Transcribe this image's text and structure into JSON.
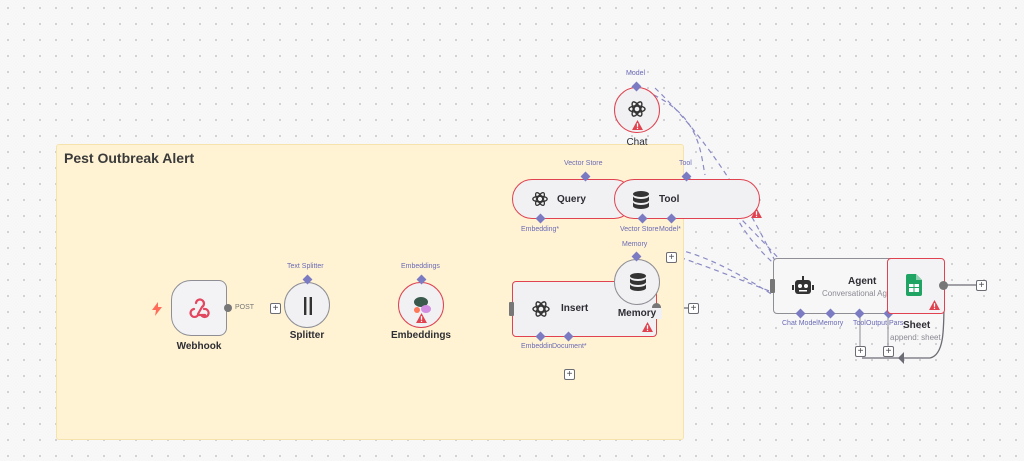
{
  "sticky": {
    "title": "Pest Outbreak Alert"
  },
  "nodes": {
    "chat": {
      "label": "Chat",
      "port_top": "Model"
    },
    "webhook": {
      "label": "Webhook",
      "port_out": "POST"
    },
    "splitter": {
      "label": "Splitter",
      "port_top": "Text Splitter"
    },
    "embeddings": {
      "label": "Embeddings",
      "port_top": "Embeddings"
    },
    "query": {
      "label": "Query",
      "port_top": "Vector Store",
      "port_bottom": "Embedding*"
    },
    "tool": {
      "label": "Tool",
      "port_top": "Tool",
      "port_bottom_1": "Vector Store",
      "port_bottom_2": "Model*"
    },
    "insert": {
      "label": "Insert",
      "port_bottom_1": "Embeddin",
      "port_bottom_2": "Document*"
    },
    "memory": {
      "label": "Memory",
      "port_top": "Memory"
    },
    "agent": {
      "label": "Agent",
      "subtitle": "Conversational Ag",
      "port_1": "Chat Model",
      "port_2": "Memory",
      "port_3": "Tool",
      "port_4": "Output Pars"
    },
    "sheet": {
      "label": "Sheet",
      "subtitle": "append: sheet"
    }
  },
  "icons": {
    "webhook": "webhook-icon",
    "splitter": "splitter-icon",
    "embeddings": "embeddings-icon",
    "query": "openai-icon",
    "tool": "database-icon",
    "insert": "openai-icon",
    "memory": "database-icon",
    "agent": "robot-icon",
    "sheet": "google-sheets-icon",
    "chat": "openai-icon",
    "trigger": "bolt-icon",
    "warning": "warning-icon"
  },
  "colors": {
    "error": "#e0424f",
    "port": "#7b7bc4",
    "sticky": "#fff3d4",
    "sheets": "#1fa463"
  }
}
